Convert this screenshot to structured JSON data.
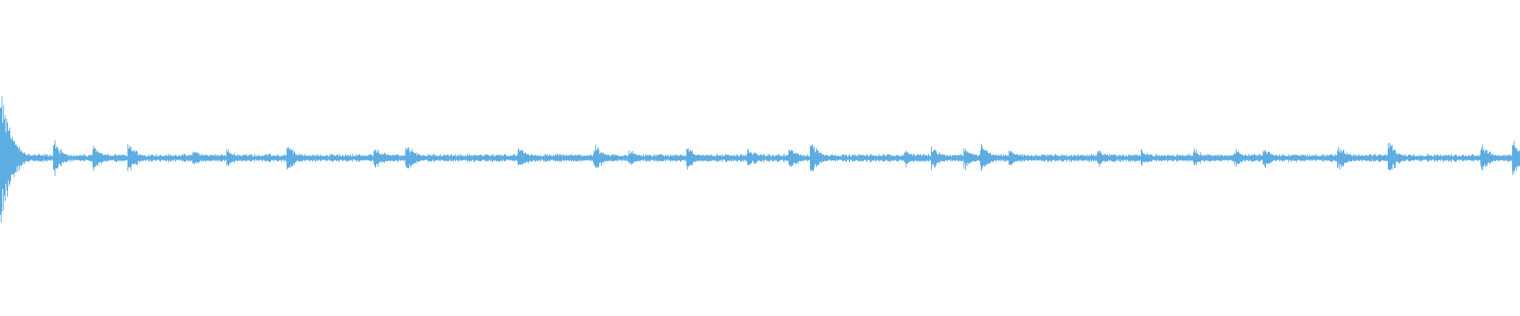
{
  "waveform": {
    "color": "#5dade2",
    "baseline_amplitude": 0.02,
    "peaks": [
      {
        "t": 0.0,
        "amp": 0.55
      },
      {
        "t": 0.004,
        "amp": 0.35
      },
      {
        "t": 0.036,
        "amp": 0.12
      },
      {
        "t": 0.062,
        "amp": 0.09
      },
      {
        "t": 0.085,
        "amp": 0.11
      },
      {
        "t": 0.128,
        "amp": 0.06
      },
      {
        "t": 0.15,
        "amp": 0.07
      },
      {
        "t": 0.19,
        "amp": 0.09
      },
      {
        "t": 0.247,
        "amp": 0.09
      },
      {
        "t": 0.268,
        "amp": 0.1
      },
      {
        "t": 0.342,
        "amp": 0.08
      },
      {
        "t": 0.392,
        "amp": 0.09
      },
      {
        "t": 0.415,
        "amp": 0.06
      },
      {
        "t": 0.453,
        "amp": 0.08
      },
      {
        "t": 0.493,
        "amp": 0.07
      },
      {
        "t": 0.52,
        "amp": 0.08
      },
      {
        "t": 0.534,
        "amp": 0.12
      },
      {
        "t": 0.596,
        "amp": 0.06
      },
      {
        "t": 0.614,
        "amp": 0.09
      },
      {
        "t": 0.635,
        "amp": 0.08
      },
      {
        "t": 0.646,
        "amp": 0.11
      },
      {
        "t": 0.665,
        "amp": 0.06
      },
      {
        "t": 0.723,
        "amp": 0.06
      },
      {
        "t": 0.752,
        "amp": 0.06
      },
      {
        "t": 0.786,
        "amp": 0.07
      },
      {
        "t": 0.813,
        "amp": 0.06
      },
      {
        "t": 0.832,
        "amp": 0.07
      },
      {
        "t": 0.881,
        "amp": 0.09
      },
      {
        "t": 0.914,
        "amp": 0.12
      },
      {
        "t": 0.975,
        "amp": 0.11
      },
      {
        "t": 0.996,
        "amp": 0.14
      }
    ]
  }
}
